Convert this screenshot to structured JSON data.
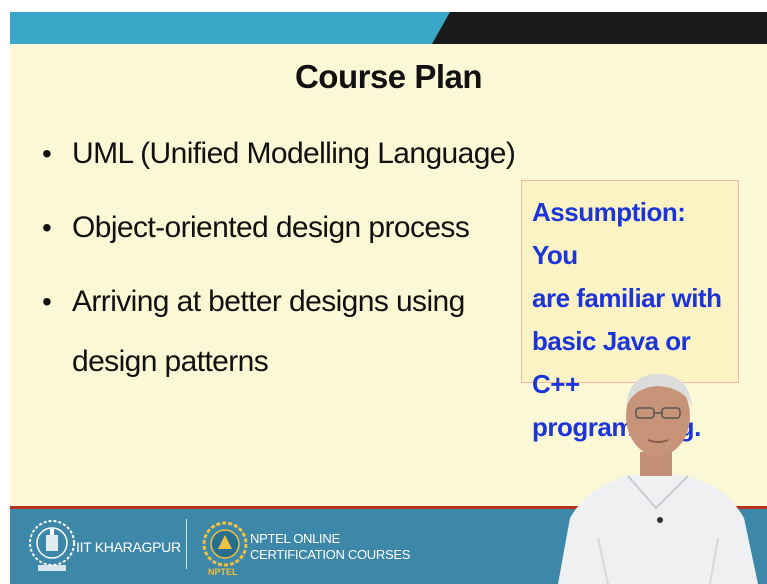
{
  "slide": {
    "title": "Course Plan",
    "bullets": [
      {
        "text": "UML (Unified Modelling Language)"
      },
      {
        "text": "Object-oriented design process"
      },
      {
        "text": "Arriving at better designs using design patterns"
      }
    ],
    "note_lines": [
      "Assumption: You",
      "are familiar with",
      "basic Java or C++",
      "programming."
    ]
  },
  "footer": {
    "institute": "IIT KHARAGPUR",
    "nptel_line1": "NPTEL ONLINE",
    "nptel_line2": "CERTIFICATION COURSES",
    "nptel_small": "NPTEL"
  },
  "colors": {
    "slide_bg": "#fbf8d6",
    "note_text": "#1b35d8",
    "footer_bg": "#3d87a9",
    "accent_red": "#b5331e"
  }
}
